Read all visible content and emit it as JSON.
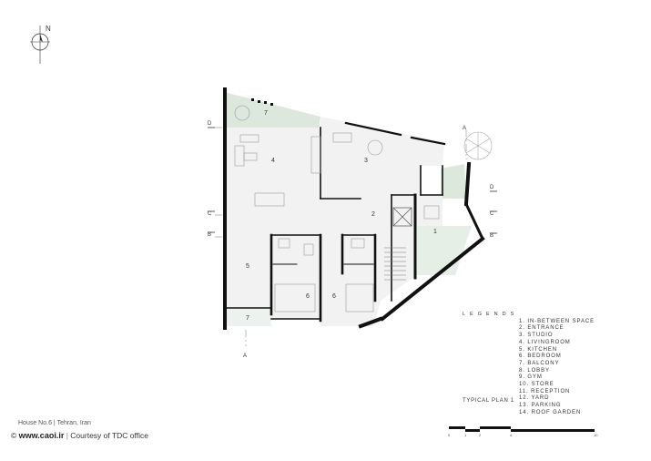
{
  "compass": {
    "north_label": "N"
  },
  "rooms": [
    {
      "id": "room-7-top",
      "label": "7"
    },
    {
      "id": "room-4",
      "label": "4"
    },
    {
      "id": "room-3",
      "label": "3"
    },
    {
      "id": "room-2",
      "label": "2"
    },
    {
      "id": "room-1",
      "label": "1"
    },
    {
      "id": "room-5",
      "label": "5"
    },
    {
      "id": "room-6-left",
      "label": "6"
    },
    {
      "id": "room-6-right",
      "label": "6"
    },
    {
      "id": "room-7-bottom",
      "label": "7"
    }
  ],
  "section_marks": [
    "D",
    "D",
    "C",
    "C",
    "B",
    "B",
    "A",
    "A"
  ],
  "legend": {
    "title": "LEGENDS",
    "items": [
      "1. IN-BETWEEN SPACE",
      "2. ENTRANCE",
      "3. STUDIO",
      "4. LIVINGROOM",
      "5. KITCHEN",
      "6. BEDROOM",
      "7. BALCONY",
      "8. LOBBY",
      "9. GYM",
      "10. STORE",
      "11. RECEPTION",
      "12. YARD",
      "13. PARKING",
      "14. ROOF GARDEN"
    ]
  },
  "plan_title": "TYPICAL PLAN 1",
  "scale_bar": {
    "ticks": [
      "0",
      "1",
      "2",
      "4",
      "10"
    ]
  },
  "footer": {
    "project": "House No.6",
    "location": "Tehran, Iran",
    "site": "www.caoi.ir",
    "copyright_symbol": "©",
    "credit": "Courtesy of TDC office"
  },
  "colors": {
    "landscape": "#dde8dc",
    "wall": "#111111",
    "interior": "#f2f2f2"
  }
}
